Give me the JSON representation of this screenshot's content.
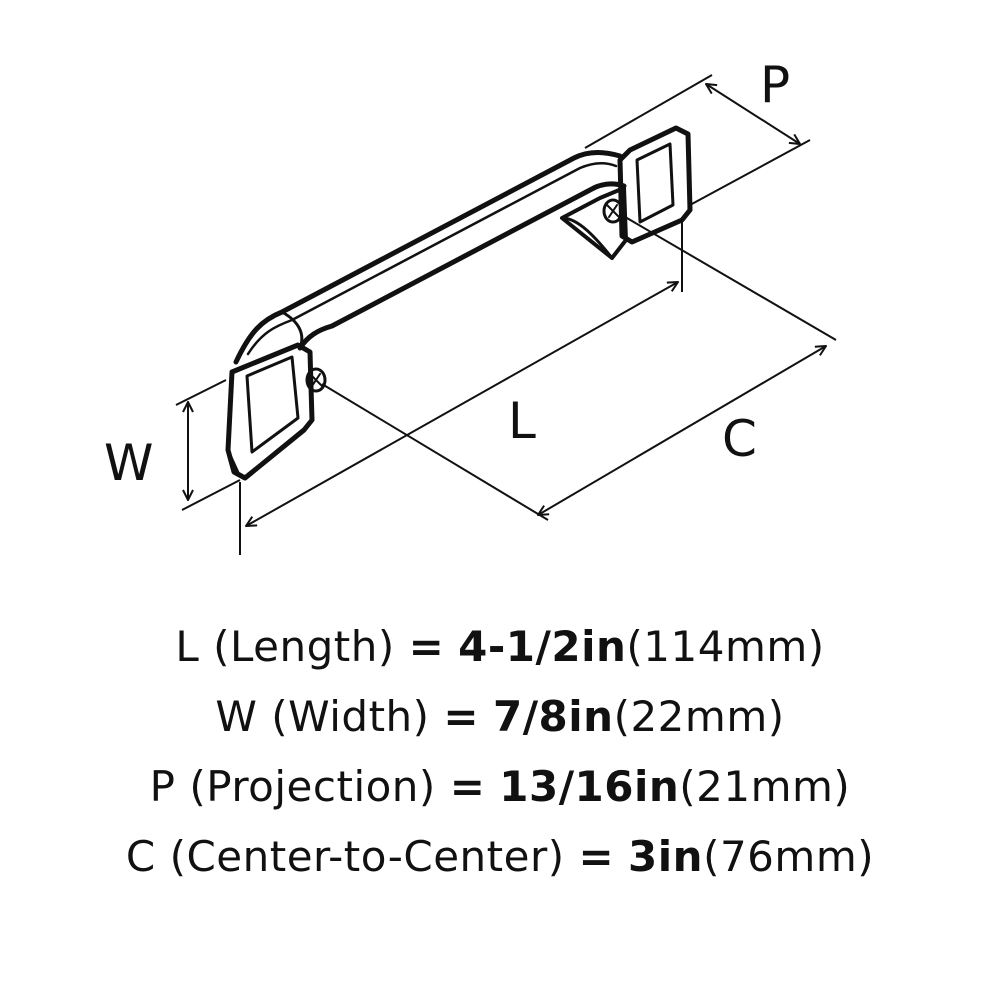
{
  "diagram": {
    "labels": {
      "p": "P",
      "l": "L",
      "c": "C",
      "w": "W"
    }
  },
  "specs": [
    {
      "letter": "L",
      "name": "(Length)",
      "eq": "=",
      "imperial": "4-1/2in",
      "metric": "(114mm)"
    },
    {
      "letter": "W",
      "name": "(Width)",
      "eq": "=",
      "imperial": "7/8in",
      "metric": "(22mm)"
    },
    {
      "letter": "P",
      "name": "(Projection)",
      "eq": "=",
      "imperial": "13/16in",
      "metric": "(21mm)"
    },
    {
      "letter": "C",
      "name": "(Center-to-Center)",
      "eq": "=",
      "imperial": "3in",
      "metric": "(76mm)"
    }
  ],
  "colors": {
    "ink": "#111111",
    "background": "#ffffff"
  }
}
